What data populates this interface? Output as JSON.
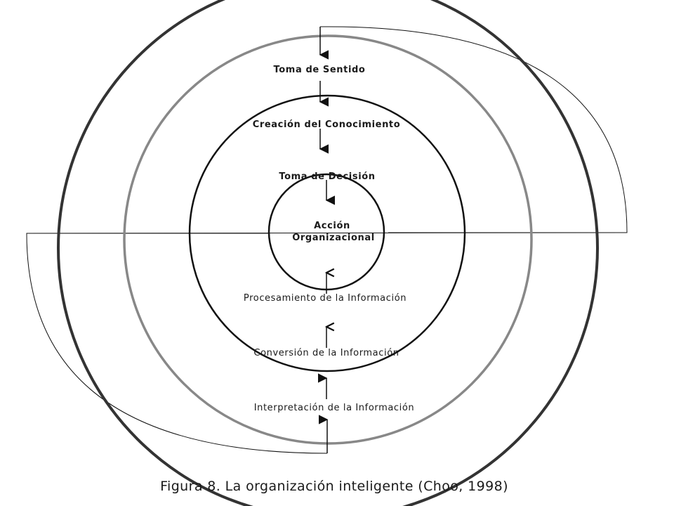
{
  "diagram": {
    "labels": {
      "toma_sentido": "Toma de Sentido",
      "creacion_conocimiento": "Creación del Conocimiento",
      "toma_decision": "Toma de Decisión",
      "accion_line1": "Acción",
      "accion_line2": "Organizacional",
      "procesamiento": "Procesamiento de la Información",
      "conversion": "Conversión de la Información",
      "interpretacion": "Interpretación de la Información"
    },
    "colors": {
      "outer_ring": "#333333",
      "middle_ring": "#888888",
      "inner_ring": "#111111",
      "lines": "#111111"
    }
  },
  "caption": "Figura 8. La organización inteligente (Choo, 1998)"
}
